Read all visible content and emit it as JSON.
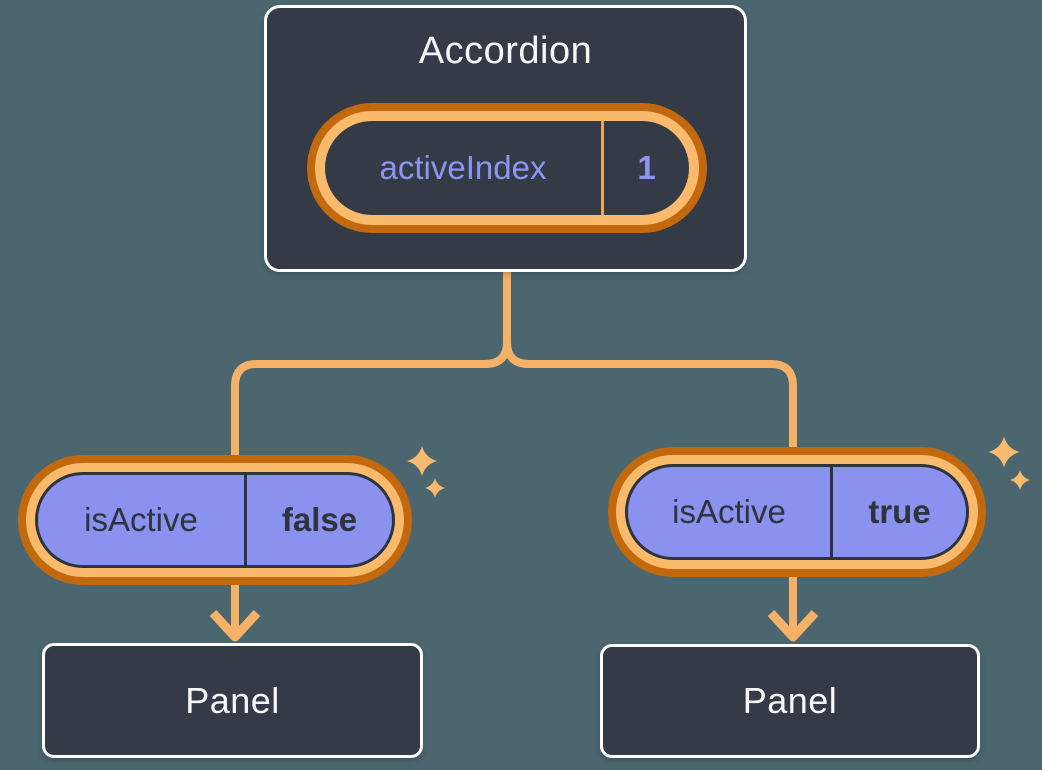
{
  "colors": {
    "background": "#4C6670",
    "card_background": "#343A46",
    "card_border": "#FFFFFF",
    "light_text": "#F6F7F9",
    "purple_fill": "#8A91EE",
    "purple_text": "#8D95F1",
    "dark_text": "#2E343E",
    "ring_outer_orange": "#C2690E",
    "ring_inner_orange": "#F9BA6C",
    "connector_orange": "#F5B266",
    "sparkle_orange": "#F8BB6D",
    "divider_orange": "#EDA65B"
  },
  "icons": {
    "sparkle": "✦",
    "arrow_down": "↓"
  },
  "accordion": {
    "title": "Accordion",
    "state_pill": {
      "label": "activeIndex",
      "value": "1"
    }
  },
  "children": [
    {
      "prop_pill": {
        "label": "isActive",
        "value": "false"
      },
      "panel": {
        "title": "Panel"
      }
    },
    {
      "prop_pill": {
        "label": "isActive",
        "value": "true"
      },
      "panel": {
        "title": "Panel"
      }
    }
  ]
}
